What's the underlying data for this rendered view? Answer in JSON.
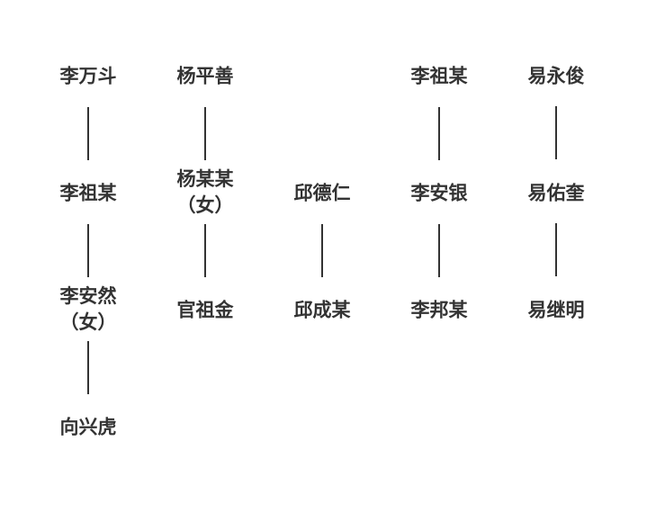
{
  "columns": [
    {
      "nodes": [
        {
          "name": "李万斗"
        },
        {
          "name": "李祖某"
        },
        {
          "name": "李安然",
          "note": "（女）"
        },
        {
          "name": "向兴虎"
        }
      ]
    },
    {
      "nodes": [
        {
          "name": "杨平善"
        },
        {
          "name": "杨某某",
          "note": "（女）"
        },
        {
          "name": "官祖金"
        }
      ]
    },
    {
      "nodes": [
        {
          "name": "邱德仁"
        },
        {
          "name": "邱成某"
        }
      ]
    },
    {
      "nodes": [
        {
          "name": "李祖某"
        },
        {
          "name": "李安银"
        },
        {
          "name": "李邦某"
        }
      ]
    },
    {
      "nodes": [
        {
          "name": "易永俊"
        },
        {
          "name": "易佑奎"
        },
        {
          "name": "易继明"
        }
      ]
    }
  ]
}
